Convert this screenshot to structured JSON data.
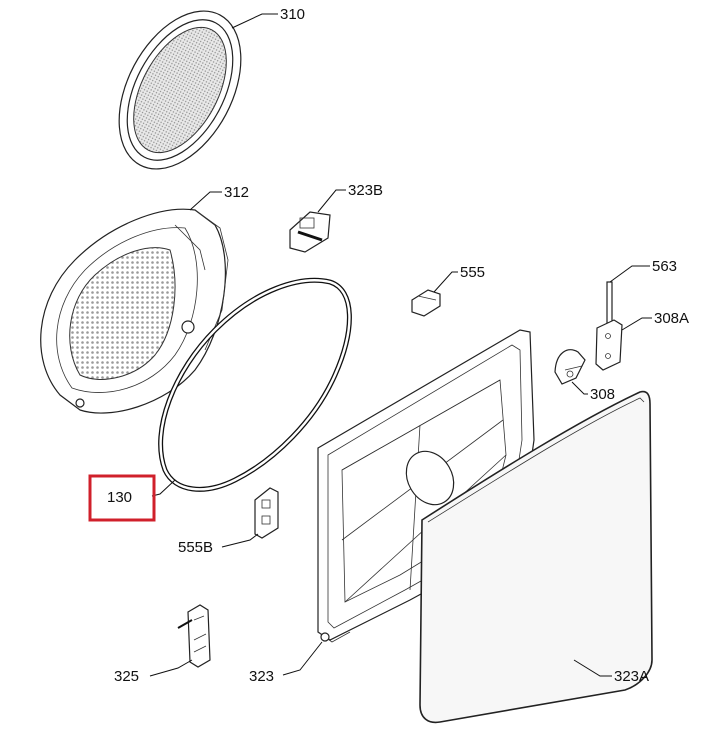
{
  "labels": {
    "p310": "310",
    "p312": "312",
    "p323B": "323B",
    "p555": "555",
    "p563": "563",
    "p308A": "308A",
    "p308": "308",
    "p130": "130",
    "p555B": "555B",
    "p325": "325",
    "p323": "323",
    "p323A": "323A"
  },
  "colors": {
    "highlight": "#d0202b",
    "line": "#111111",
    "mesh": "#bdbdbd",
    "panel": "#f2f2f2"
  }
}
